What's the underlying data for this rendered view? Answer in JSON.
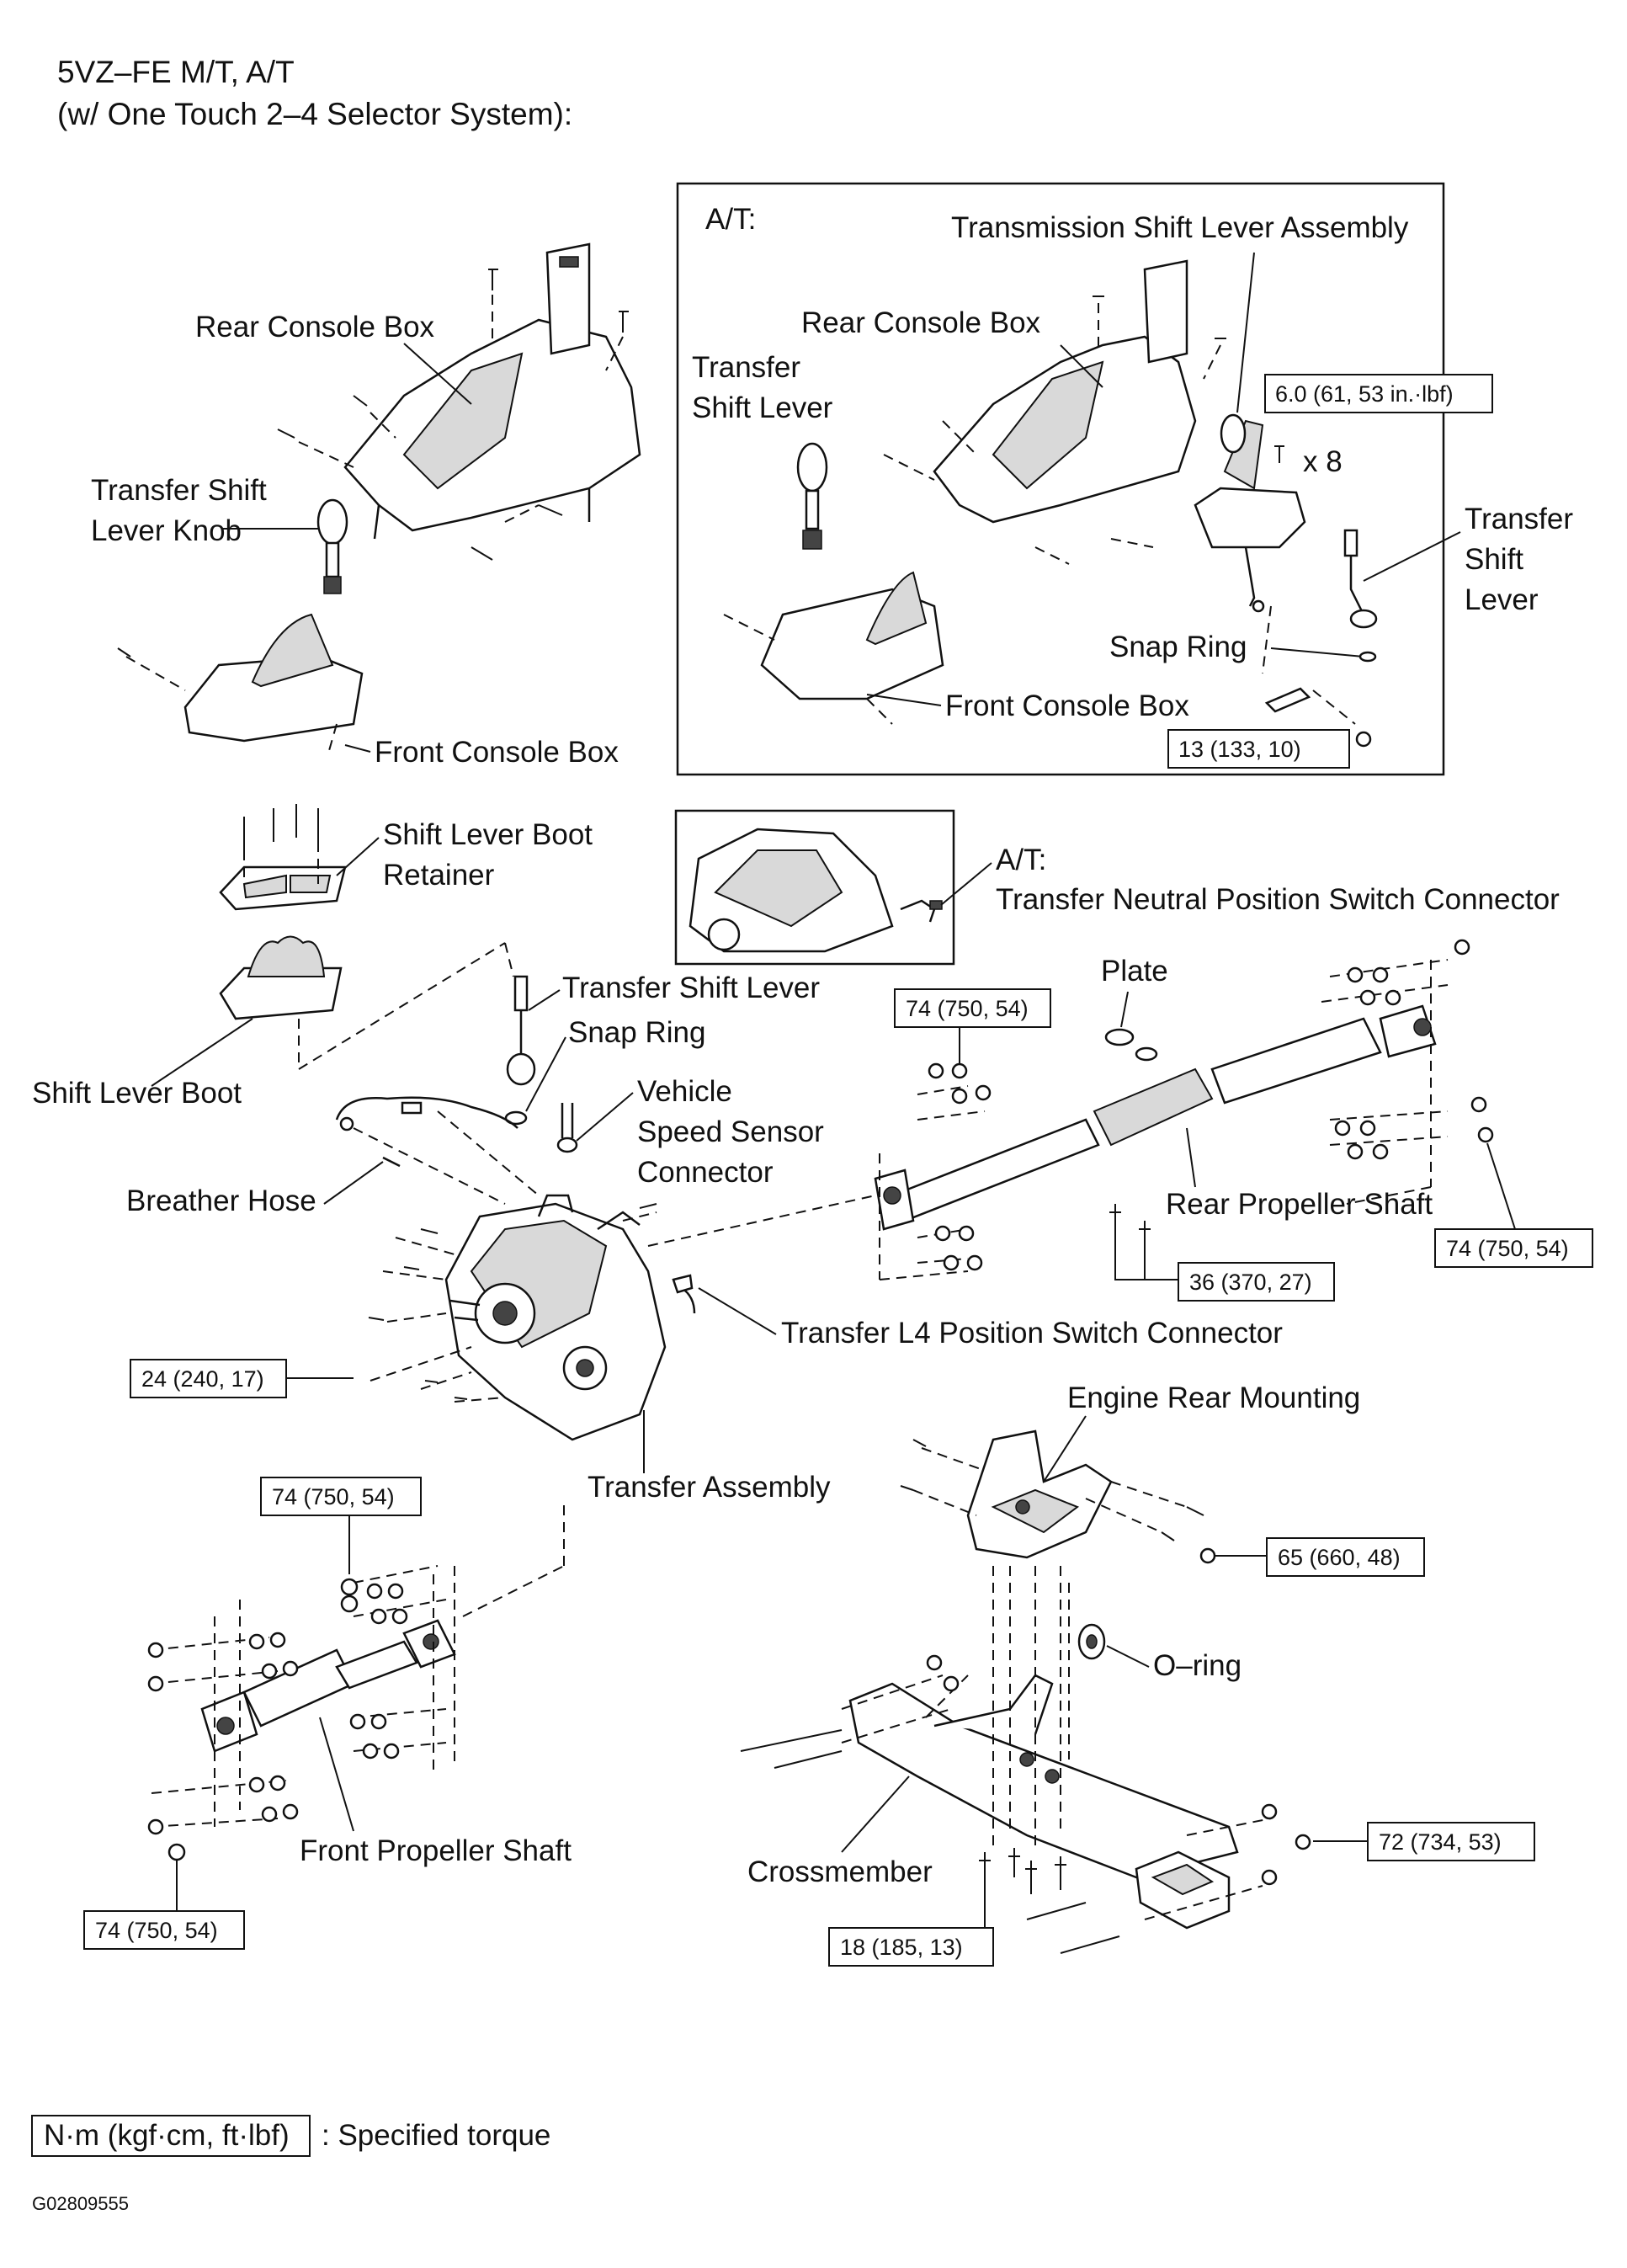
{
  "header": {
    "title": "5VZ–FE M/T, A/T",
    "subtitle": "(w/ One Touch 2–4 Selector System):"
  },
  "inset_at": {
    "label": "A/T:",
    "transmission_shift_lever_assembly": "Transmission Shift Lever Assembly",
    "rear_console_box": "Rear Console Box",
    "transfer_shift_lever_line1": "Transfer",
    "transfer_shift_lever_line2": "Shift Lever",
    "torque_6": "6.0 (61, 53 in.·lbf)",
    "x8": "x 8",
    "transfer_shift_lever_right_1": "Transfer",
    "transfer_shift_lever_right_2": "Shift",
    "transfer_shift_lever_right_3": "Lever",
    "snap_ring": "Snap Ring",
    "front_console_box": "Front Console Box",
    "torque_13": "13 (133, 10)"
  },
  "inset_switch": {
    "label_line1": "A/T:",
    "label_line2": "Transfer Neutral Position Switch Connector"
  },
  "labels": {
    "rear_console_box": "Rear Console Box",
    "transfer_shift_lever_knob_1": "Transfer Shift",
    "transfer_shift_lever_knob_2": "Lever Knob",
    "front_console_box": "Front Console Box",
    "shift_lever_boot_retainer_1": "Shift Lever Boot",
    "shift_lever_boot_retainer_2": "Retainer",
    "shift_lever_boot": "Shift Lever Boot",
    "transfer_shift_lever": "Transfer Shift Lever",
    "snap_ring": "Snap Ring",
    "vehicle_speed_sensor_1": "Vehicle",
    "vehicle_speed_sensor_2": "Speed Sensor",
    "vehicle_speed_sensor_3": "Connector",
    "breather_hose": "Breather Hose",
    "plate": "Plate",
    "rear_propeller_shaft": "Rear Propeller Shaft",
    "transfer_l4_switch": "Transfer L4 Position Switch Connector",
    "transfer_assembly": "Transfer Assembly",
    "engine_rear_mounting": "Engine Rear Mounting",
    "o_ring": "O–ring",
    "front_propeller_shaft": "Front Propeller Shaft",
    "crossmember": "Crossmember"
  },
  "torques": {
    "t74_rear_top": "74 (750, 54)",
    "t74_rear_right": "74 (750, 54)",
    "t36": "36 (370, 27)",
    "t24": "24 (240, 17)",
    "t74_front_top": "74 (750, 54)",
    "t74_front_bottom": "74 (750, 54)",
    "t65": "65 (660, 48)",
    "t72": "72 (734, 53)",
    "t18": "18 (185, 13)"
  },
  "legend": {
    "unit_box": "N·m (kgf·cm, ft·lbf)",
    "text": ": Specified torque"
  },
  "figure_code": "G02809555"
}
